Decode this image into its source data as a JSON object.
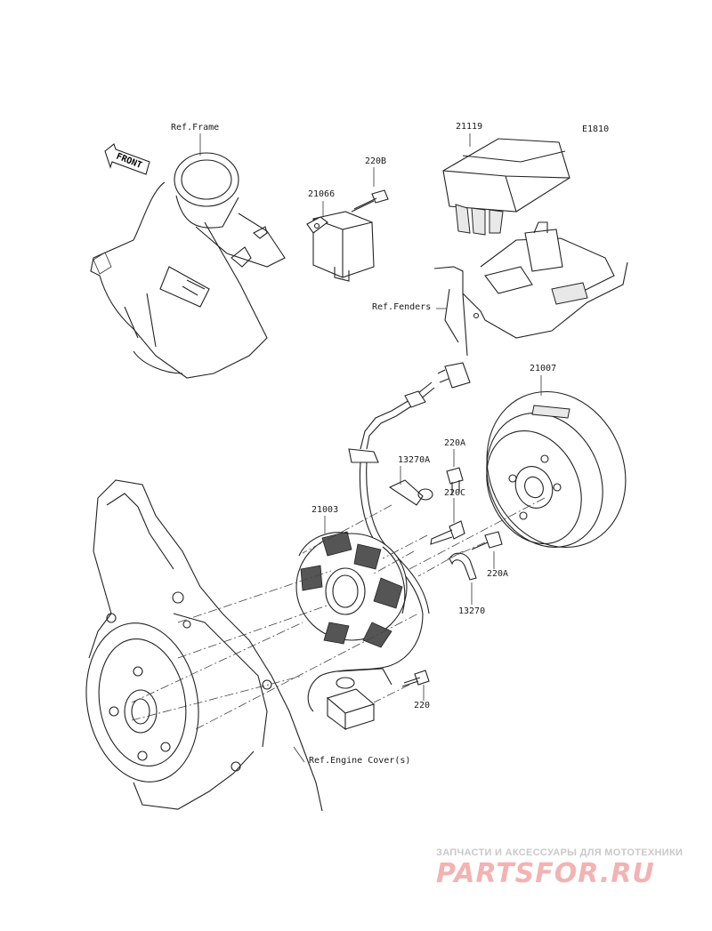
{
  "labels": {
    "ref_frame": "Ref.Frame",
    "ref_fenders": "Ref.Fenders",
    "ref_engine_cover": "Ref.Engine Cover(s)",
    "p21119": "21119",
    "e1810": "E1810",
    "p220b": "220B",
    "p21066": "21066",
    "p21007": "21007",
    "p220a_top": "220A",
    "p13270a": "13270A",
    "p220c": "220C",
    "p21003": "21003",
    "p220a_bottom": "220A",
    "p13270": "13270",
    "p220": "220",
    "front": "FRONT"
  },
  "watermark": {
    "subtitle": "ЗАПЧАСТИ И АКСЕССУАРЫ ДЛЯ МОТОТЕХНИКИ",
    "logo": "PARTSFOR.RU"
  },
  "colors": {
    "line": "#222222",
    "watermark_logo": "#f3b3b3",
    "watermark_subtitle": "#c9c9c9"
  }
}
